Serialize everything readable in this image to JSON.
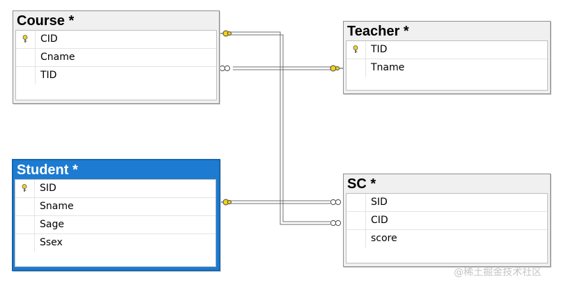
{
  "tables": {
    "course": {
      "title": "Course *",
      "columns": [
        "CID",
        "Cname",
        "TID"
      ]
    },
    "teacher": {
      "title": "Teacher *",
      "columns": [
        "TID",
        "Tname"
      ]
    },
    "student": {
      "title": "Student *",
      "columns": [
        "SID",
        "Sname",
        "Sage",
        "Ssex"
      ]
    },
    "sc": {
      "title": "SC *",
      "columns": [
        "SID",
        "CID",
        "score"
      ]
    }
  },
  "relationships": [
    {
      "from": "Course.CID",
      "to": "SC.CID",
      "one_end": "key-icon",
      "many_end": "infinity-icon"
    },
    {
      "from": "Teacher.TID",
      "to": "Course.TID",
      "one_end": "key-icon",
      "many_end": "infinity-icon"
    },
    {
      "from": "Student.SID",
      "to": "SC.SID",
      "one_end": "key-icon",
      "many_end": "infinity-icon"
    }
  ],
  "key_color": "#f2d21b",
  "selection_color": "#1d7bd1",
  "watermark": "@稀土掘金技术社区"
}
